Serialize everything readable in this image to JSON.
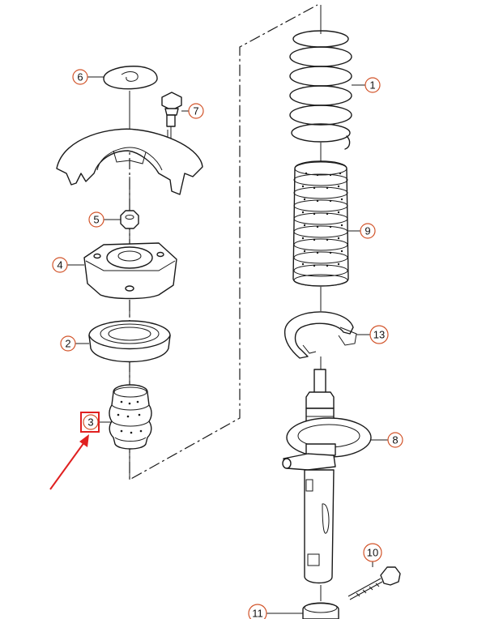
{
  "callouts": {
    "c1": "1",
    "c2": "2",
    "c3": "3",
    "c4": "4",
    "c5": "5",
    "c6": "6",
    "c7": "7",
    "c8": "8",
    "c9": "9",
    "c10": "10",
    "c11": "11",
    "c13": "13"
  },
  "colors": {
    "callout_ring": "#d2542a",
    "highlight_box": "#e02020",
    "arrow": "#e02020",
    "line": "#1a1a1a"
  }
}
